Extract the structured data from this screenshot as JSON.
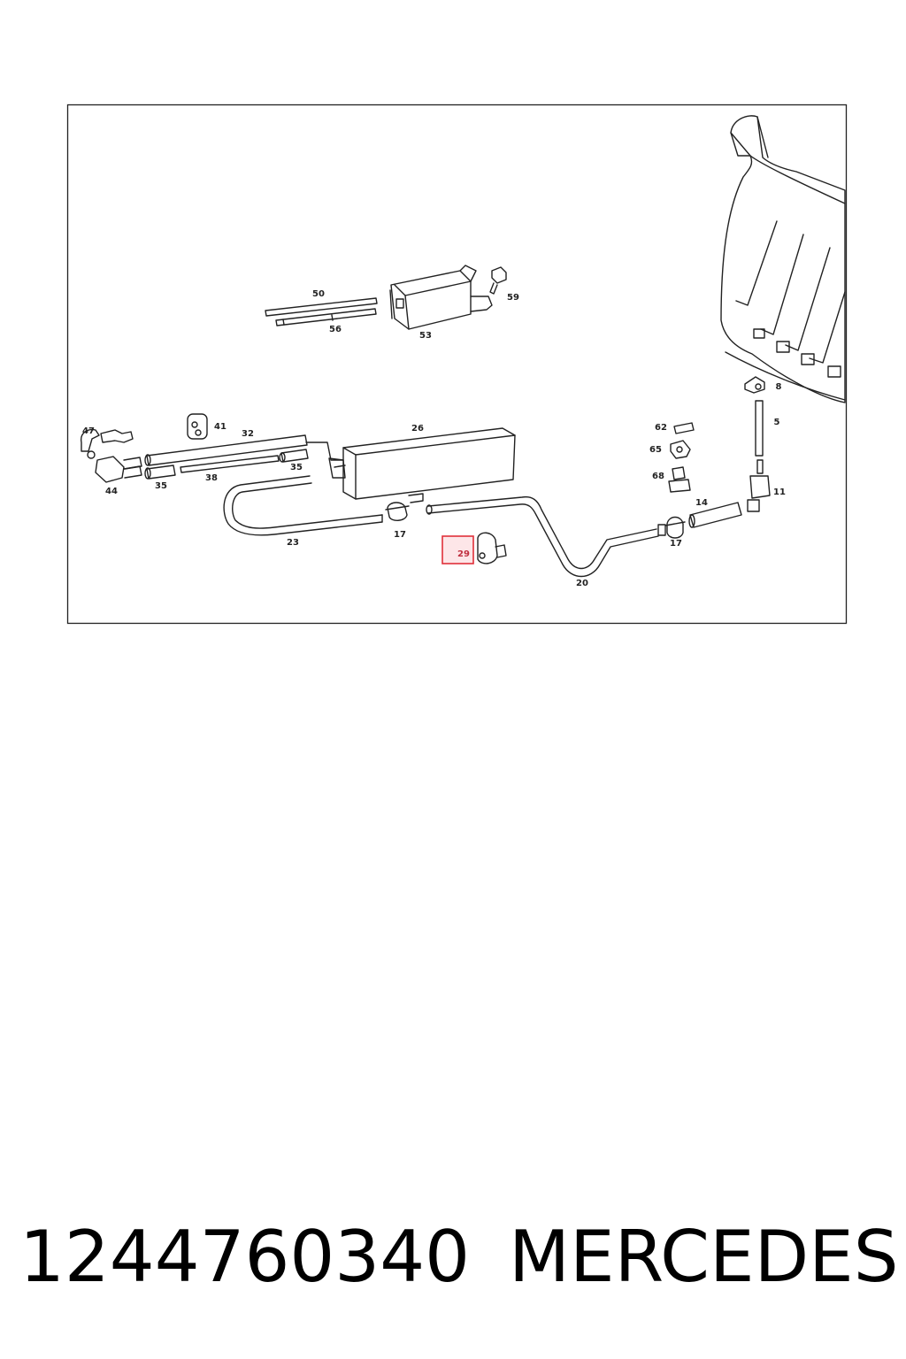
{
  "diagram": {
    "callouts": [
      {
        "id": "50",
        "label": "50"
      },
      {
        "id": "56",
        "label": "56"
      },
      {
        "id": "53",
        "label": "53"
      },
      {
        "id": "59",
        "label": "59"
      },
      {
        "id": "8",
        "label": "8"
      },
      {
        "id": "5",
        "label": "5"
      },
      {
        "id": "47",
        "label": "47"
      },
      {
        "id": "41",
        "label": "41"
      },
      {
        "id": "32",
        "label": "32"
      },
      {
        "id": "26",
        "label": "26"
      },
      {
        "id": "62",
        "label": "62"
      },
      {
        "id": "65",
        "label": "65"
      },
      {
        "id": "35a",
        "label": "35"
      },
      {
        "id": "35b",
        "label": "35"
      },
      {
        "id": "44",
        "label": "44"
      },
      {
        "id": "38",
        "label": "38"
      },
      {
        "id": "68",
        "label": "68"
      },
      {
        "id": "11",
        "label": "11"
      },
      {
        "id": "14",
        "label": "14"
      },
      {
        "id": "23",
        "label": "23"
      },
      {
        "id": "17a",
        "label": "17"
      },
      {
        "id": "17b",
        "label": "17"
      },
      {
        "id": "29",
        "label": "29",
        "highlighted": true
      },
      {
        "id": "20",
        "label": "20"
      }
    ],
    "highlight_color": "#e0303a",
    "highlight_fill": "#fde6e8"
  },
  "caption": {
    "part_number": "1244760340",
    "brand": "MERCEDES"
  }
}
